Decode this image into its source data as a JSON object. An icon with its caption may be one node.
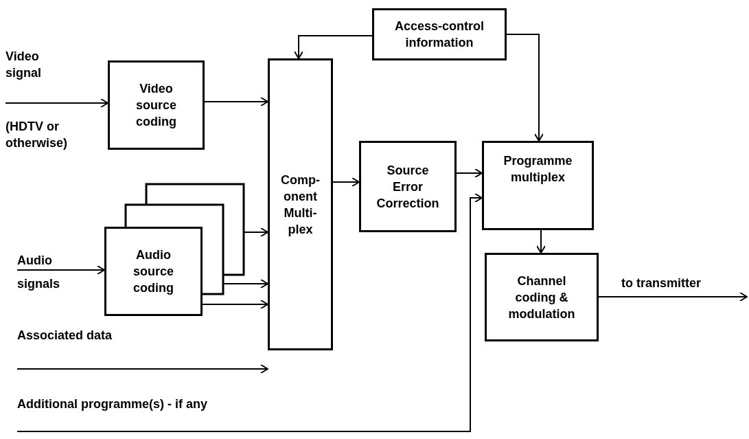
{
  "diagram": {
    "nodes": [
      {
        "text": [
          "Video signal",
          "(HDTV or otherwise)"
        ]
      },
      {
        "text": [
          "Video source coding"
        ]
      },
      {
        "text": [
          "Access-control information"
        ]
      },
      {
        "text": [
          "Comp- onent Multi- plex"
        ]
      },
      {
        "text": [
          "Audio signals"
        ]
      },
      {
        "text": [],
        "shape": "box"
      },
      {
        "text": [],
        "shape": "box"
      },
      {
        "text": [
          "Audio source coding"
        ]
      },
      {
        "text": [
          "Associated data"
        ]
      },
      {
        "text": [
          "Source Error Correction"
        ]
      },
      {
        "text": [
          "Programme multiplex"
        ]
      },
      {
        "text": [
          "Channel coding & modulation"
        ]
      },
      {
        "text": [
          "Additional programme(s) - if any"
        ]
      }
    ],
    "edges": [
      {
        "from": 0,
        "to": 1,
        "arrow": "to"
      },
      {
        "from": 1,
        "to": 3,
        "arrow": "to"
      },
      {
        "from": 2,
        "to": 3,
        "arrow": "to"
      },
      {
        "from": 2,
        "to": 10,
        "arrow": "to"
      },
      {
        "from": 4,
        "to": 7,
        "arrow": "to"
      },
      {
        "from": 5,
        "to": 3,
        "arrow": "to"
      },
      {
        "from": 6,
        "to": 3,
        "arrow": "to"
      },
      {
        "from": 7,
        "to": 3,
        "arrow": "to"
      },
      {
        "from": 8,
        "to": 3,
        "arrow": "to"
      },
      {
        "from": 3,
        "to": 9,
        "arrow": "to"
      },
      {
        "from": 9,
        "to": 10,
        "arrow": "to"
      },
      {
        "from": 12,
        "to": 10,
        "arrow": "to"
      },
      {
        "from": 10,
        "to": 11,
        "arrow": "to"
      },
      {
        "from": 11,
        "to": null,
        "arrow": "to",
        "label": "to transmitter"
      }
    ]
  }
}
